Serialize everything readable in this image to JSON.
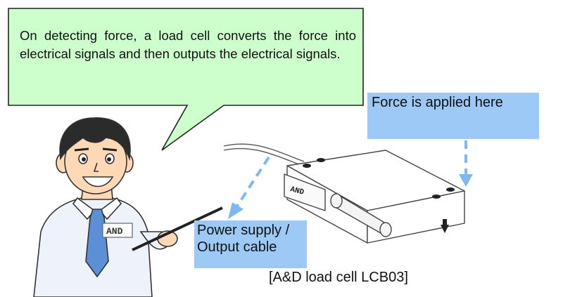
{
  "speech_bubble": {
    "text": "On detecting force, a load cell converts the force into electrical signals and then outputs the electrical signals."
  },
  "labels": {
    "force": "Force is applied here",
    "cable_line1": "Power supply /",
    "cable_line2": "Output cable"
  },
  "caption": "[A&D load cell LCB03]",
  "badges": {
    "shirt": "AND",
    "load_cell": "AND"
  },
  "icons": {
    "presenter": "man-pointer-illustration",
    "load_cell": "load-cell-illustration",
    "arrow": "dashed-arrow-icon"
  },
  "colors": {
    "bubble_fill": "#ccffcc",
    "label_fill": "#9cc9f5",
    "arrow": "#7fb7ee",
    "shirt": "#eef3fb",
    "tie": "#5b8fd6"
  }
}
